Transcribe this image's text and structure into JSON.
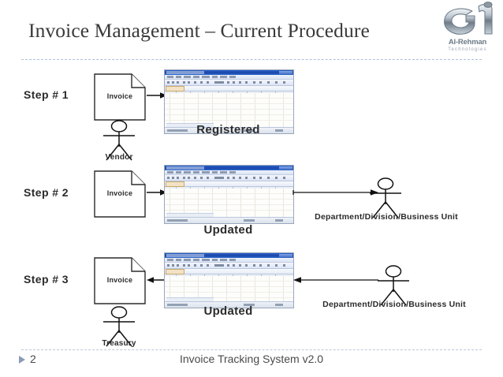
{
  "slide": {
    "title": "Invoice Management – Current Procedure",
    "page_number": "2",
    "footer_text": "Invoice Tracking System v2.0"
  },
  "logo": {
    "name": "Al-Rehman",
    "tagline": "Technologies",
    "mark_icon": "ar-monogram-icon"
  },
  "steps": [
    {
      "label": "Step # 1",
      "document_label": "Invoice",
      "actor_label": "Vendor",
      "screen_caption": "Registered",
      "arrow_direction": "right",
      "has_right_actor": false
    },
    {
      "label": "Step # 2",
      "document_label": "Invoice",
      "actor_label": "",
      "screen_caption": "Updated",
      "arrow_direction": "right",
      "has_right_actor": true,
      "right_actor_label": "Department/Division/Business Unit",
      "right_arrow_direction": "right"
    },
    {
      "label": "Step # 3",
      "document_label": "Invoice",
      "actor_label": "Treasury",
      "screen_caption": "Updated",
      "arrow_direction": "left",
      "has_right_actor": true,
      "right_actor_label": "Department/Division/Business Unit",
      "right_arrow_direction": "left"
    }
  ],
  "colors": {
    "title_text": "#3a3a3a",
    "divider": "#a8c0dc",
    "body_text": "#2b2b2b",
    "bullet": "#8a9cb4",
    "window_titlebar": "#1a47a8"
  }
}
